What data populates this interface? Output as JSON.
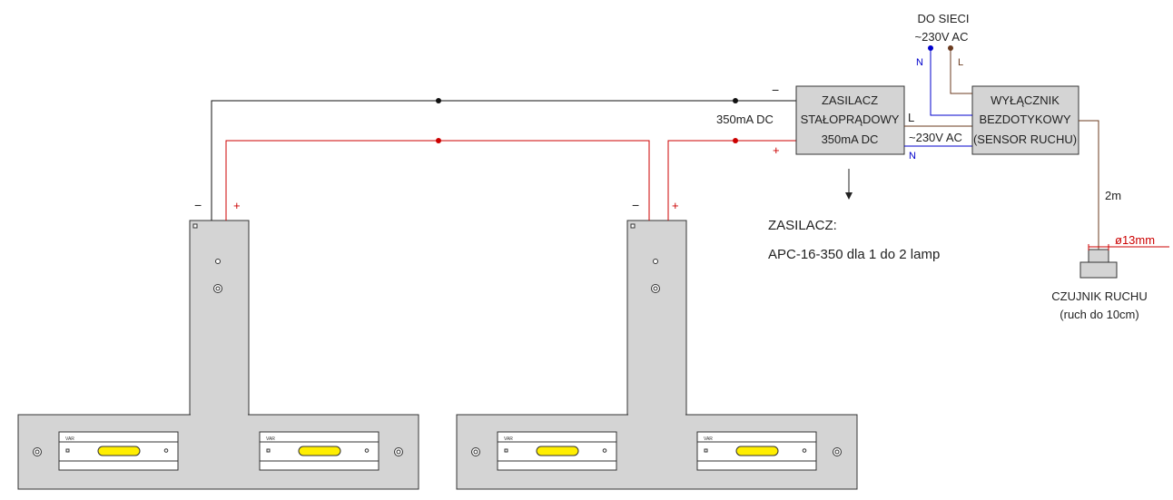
{
  "mains": {
    "line1": "DO SIECI",
    "line2": "~230V AC",
    "n": "N",
    "l": "L"
  },
  "psu": {
    "line1": "ZASILACZ",
    "line2": "STAŁOPRĄDOWY",
    "line3": "350mA DC"
  },
  "switch": {
    "line1": "WYŁĄCZNIK",
    "line2": "BEZDOTYKOWY",
    "line3": "(SENSOR RUCHU)"
  },
  "mid": {
    "l": "L",
    "v": "~230V AC",
    "n": "N"
  },
  "output": {
    "current": "350mA DC",
    "minus": "−",
    "plus": "+"
  },
  "cable": {
    "length": "2m"
  },
  "note": {
    "title": "ZASILACZ:",
    "text": "APC-16-350 dla 1 do 2 lamp"
  },
  "sensor": {
    "diameter": "ø13mm",
    "line1": "CZUJNIK RUCHU",
    "line2": "(ruch do 10cm)"
  },
  "lamp": {
    "minus": "−",
    "plus": "+",
    "badge": "VAR"
  },
  "colors": {
    "negative": "#111111",
    "positive": "#cc0000",
    "neutral": "#0000cc",
    "live": "#6b3b1f",
    "body": "#d4d4d4",
    "led": "#ffee00"
  }
}
